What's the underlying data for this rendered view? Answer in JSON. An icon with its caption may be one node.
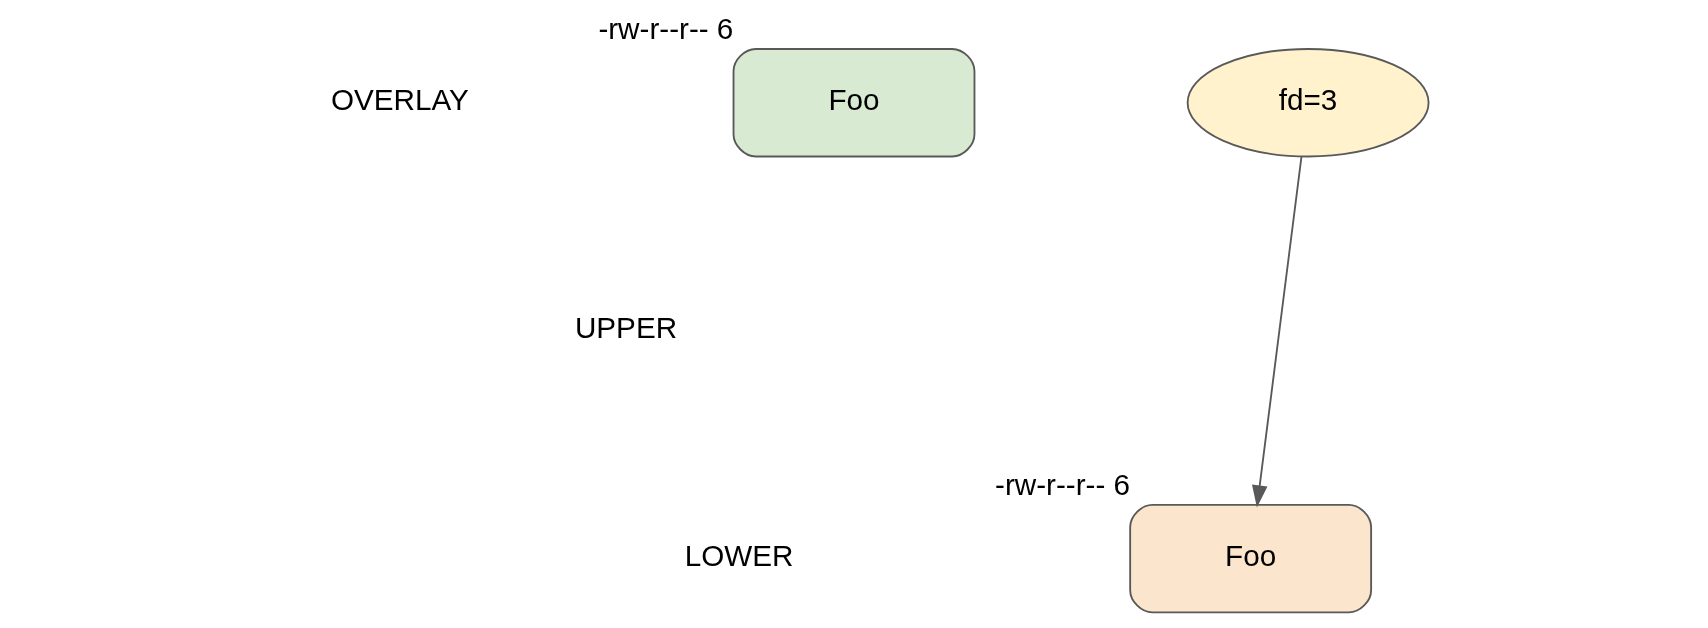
{
  "diagram": {
    "nodes": [
      {
        "text": [
          "Foo"
        ],
        "beside": [
          "-rw-r--r-- 6"
        ]
      },
      {
        "text": [
          "fd=3"
        ]
      },
      {
        "text": [
          "Foo"
        ],
        "beside": [
          "-rw-r--r-- 6"
        ]
      }
    ],
    "edges": [
      {
        "from": 1,
        "to": 2,
        "arrow": "to"
      }
    ],
    "labels": [
      "OVERLAY",
      "UPPER",
      "LOWER"
    ]
  }
}
